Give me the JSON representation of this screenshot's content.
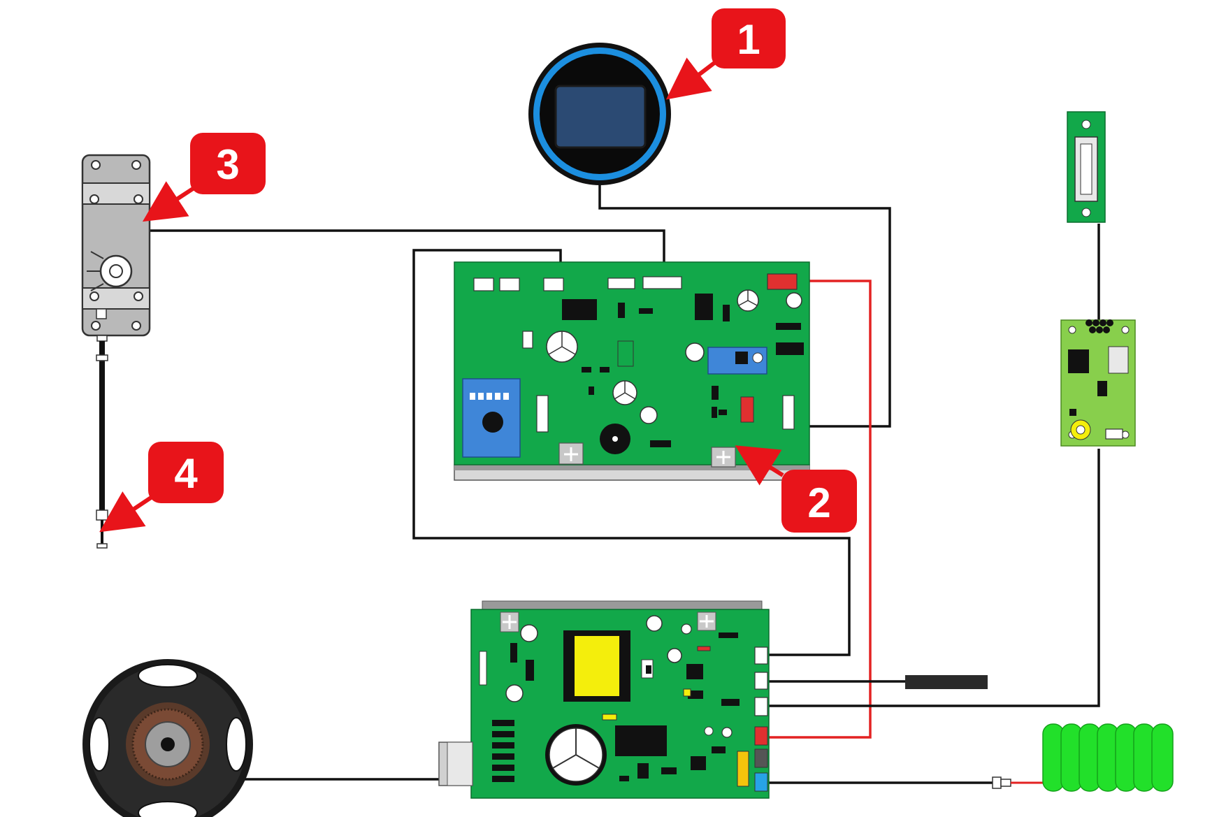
{
  "colors": {
    "pcb": "#12a84a",
    "badge": "#e8141a",
    "wire_black": "#111111",
    "wire_red": "#e32222",
    "battery": "#22e02a",
    "display_ring": "#1c8fe0",
    "display_screen": "#2b4a73",
    "module_blue": "#3f86d8",
    "transformer": "#f4ee0c"
  },
  "icons": [
    "circular-display-icon",
    "servo-motor-icon",
    "stepper-wheel-icon",
    "usb-board-icon",
    "sensor-module-icon",
    "battery-pack-icon",
    "heating-element-icon"
  ],
  "callouts": [
    {
      "label": "1"
    },
    {
      "label": "2"
    },
    {
      "label": "3"
    },
    {
      "label": "4"
    }
  ]
}
